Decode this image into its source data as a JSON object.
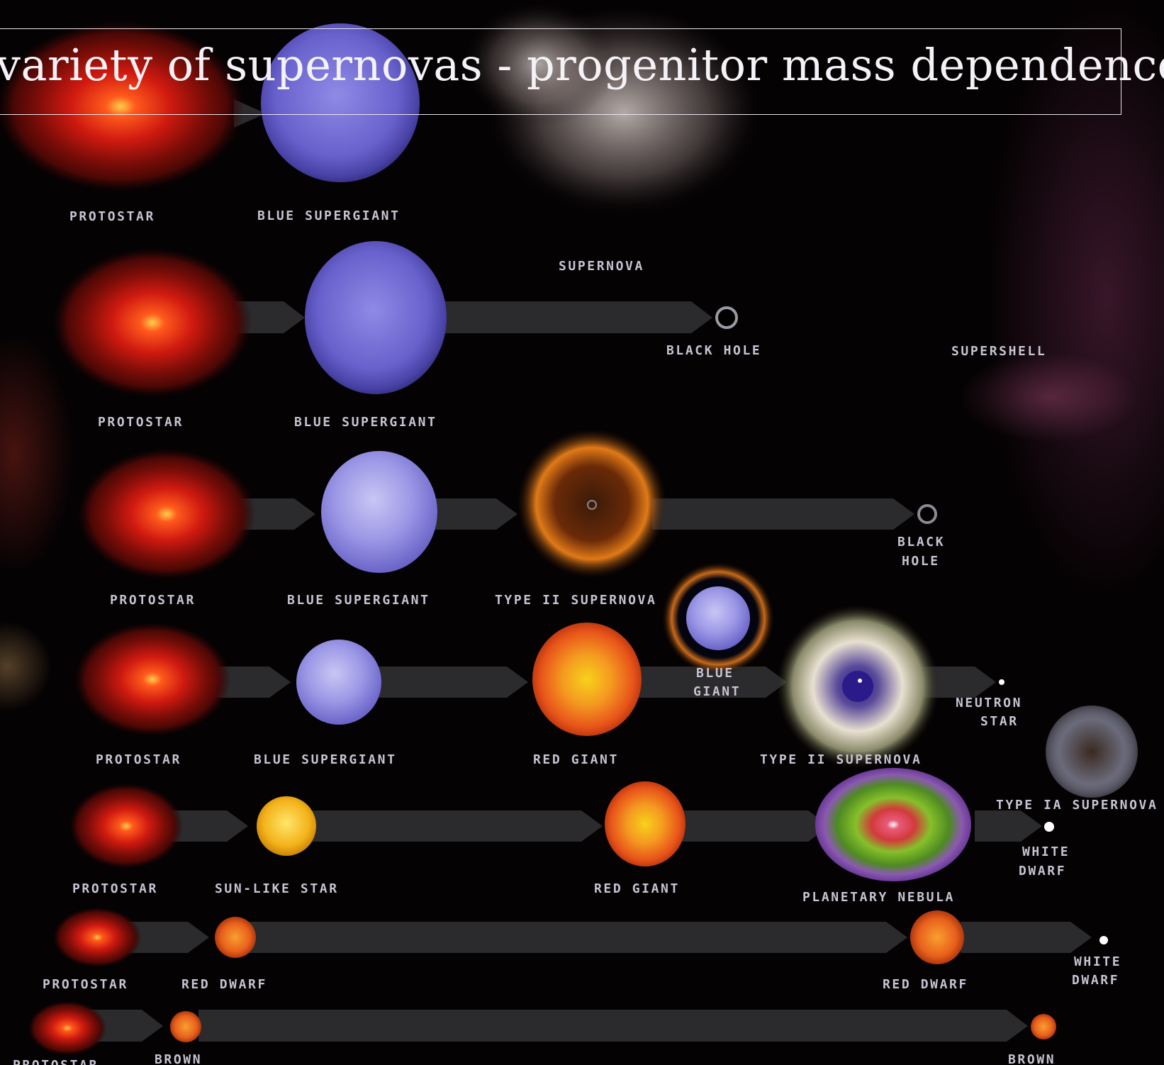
{
  "title": "variety of supernovas - progenitor mass dependence",
  "rows": [
    {
      "labels": [
        "PROTOSTAR",
        "BLUE SUPERGIANT"
      ]
    },
    {
      "labels": [
        "SUPERNOVA",
        "BLACK HOLE",
        "SUPERSHELL",
        "PROTOSTAR",
        "BLUE SUPERGIANT"
      ]
    },
    {
      "labels": [
        "BLACK",
        "HOLE",
        "PROTOSTAR",
        "BLUE SUPERGIANT",
        "TYPE II SUPERNOVA"
      ]
    },
    {
      "labels": [
        "BLUE",
        "GIANT",
        "NEUTRON",
        "STAR",
        "PROTOSTAR",
        "BLUE SUPERGIANT",
        "RED GIANT",
        "TYPE II SUPERNOVA",
        "TYPE IA SUPERNOVA"
      ]
    },
    {
      "labels": [
        "WHITE",
        "DWARF",
        "PROTOSTAR",
        "SUN-LIKE STAR",
        "RED GIANT",
        "PLANETARY NEBULA"
      ]
    },
    {
      "labels": [
        "WHITE",
        "DWARF",
        "PROTOSTAR",
        "RED DWARF",
        "RED DWARF"
      ]
    },
    {
      "labels": [
        "PROTOSTAR",
        "BROWN",
        "BROWN"
      ]
    }
  ],
  "colors": {
    "background": "#050203",
    "arrow": "#2b2a2c",
    "label": "#c7c3d2",
    "protostar": "#d42a14",
    "blue_supergiant": "#6f6ad0",
    "red_giant": "#f06a1a",
    "sun_like_star": "#f2b81e",
    "planetary_nebula": "#7dbd2a",
    "white_dwarf": "#ffffff"
  }
}
